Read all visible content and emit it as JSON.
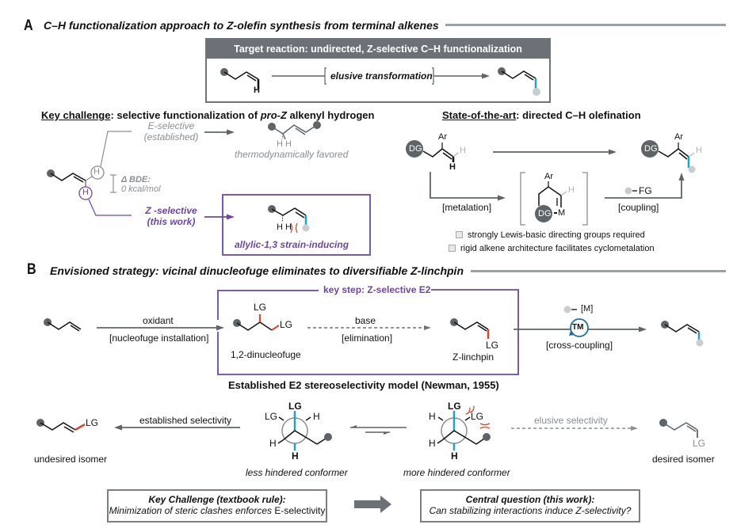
{
  "colors": {
    "accent_purple": "#6c47a6",
    "accent_cyan": "#1fa2c4",
    "accent_red": "#d9482b",
    "dark_gray": "#5f6468",
    "light_gray": "#c9cdd0",
    "rule_gray": "#9aa1a5"
  },
  "sectionA": {
    "letter": "A",
    "title": "C–H functionalization approach to Z-olefin synthesis from terminal alkenes",
    "target_box": {
      "header": "Target reaction:  undirected, Z-selective C–H functionalization",
      "arrow_label": "elusive transformation",
      "h_label": "H"
    },
    "key_challenge": {
      "title_underlined": "Key challenge",
      "title_rest": ":  selective functionalization of ",
      "title_italic": "pro-Z",
      "title_end": " alkenyl hydrogen",
      "h_top": "H",
      "h_bottom": "H",
      "e_selective": "E-selective",
      "e_established": "(established)",
      "bde_label": "Δ BDE:",
      "bde_value": "0 kcal/mol",
      "thermo_label": "thermodynamically favored",
      "z_selective": "Z -selective",
      "z_this_work": "(this work)",
      "strain_label": "allylic-1,3 strain-inducing",
      "hh_labels": "H  H"
    },
    "state_of_art": {
      "title_underlined": "State-of-the-art",
      "title_rest": ":  directed C–H olefination",
      "dg": "DG",
      "ar": "Ar",
      "h": "H",
      "m": "M",
      "metalation": "[metalation]",
      "coupling": "[coupling]",
      "fg": "FG",
      "bullets": [
        "strongly Lewis-basic directing groups required",
        "rigid alkene architecture facilitates cyclometalation"
      ]
    }
  },
  "sectionB": {
    "letter": "B",
    "title": "Envisioned strategy:  vicinal dinucleofuge eliminates to diversifiable Z-linchpin",
    "key_step": "key step: Z-selective E2",
    "oxidant": "oxidant",
    "nucleofuge": "[nucleofuge installation]",
    "dinucleofuge": "1,2-dinucleofuge",
    "lg": "LG",
    "base": "base",
    "elimination": "[elimination]",
    "linchpin": "Z-linchpin",
    "m_label": "[M]",
    "tm": "TM",
    "cross_coupling": "[cross-coupling]",
    "model_title": "Established E2 stereoselectivity model (Newman, 1955)",
    "established_selectivity": "established selectivity",
    "undesired": "undesired isomer",
    "less_hindered": "less hindered conformer",
    "more_hindered": "more hindered conformer",
    "elusive_selectivity": "elusive selectivity",
    "desired": "desired isomer",
    "newman_h": "H",
    "challenge_box": {
      "title": "Key Challenge (textbook rule):",
      "body_italic": "Minimization of steric clashes enforces",
      "body_end": " E-selectivity"
    },
    "question_box": {
      "title": "Central question (this work):",
      "body": "Can stabilizing interactions induce Z-selectivity?"
    }
  }
}
